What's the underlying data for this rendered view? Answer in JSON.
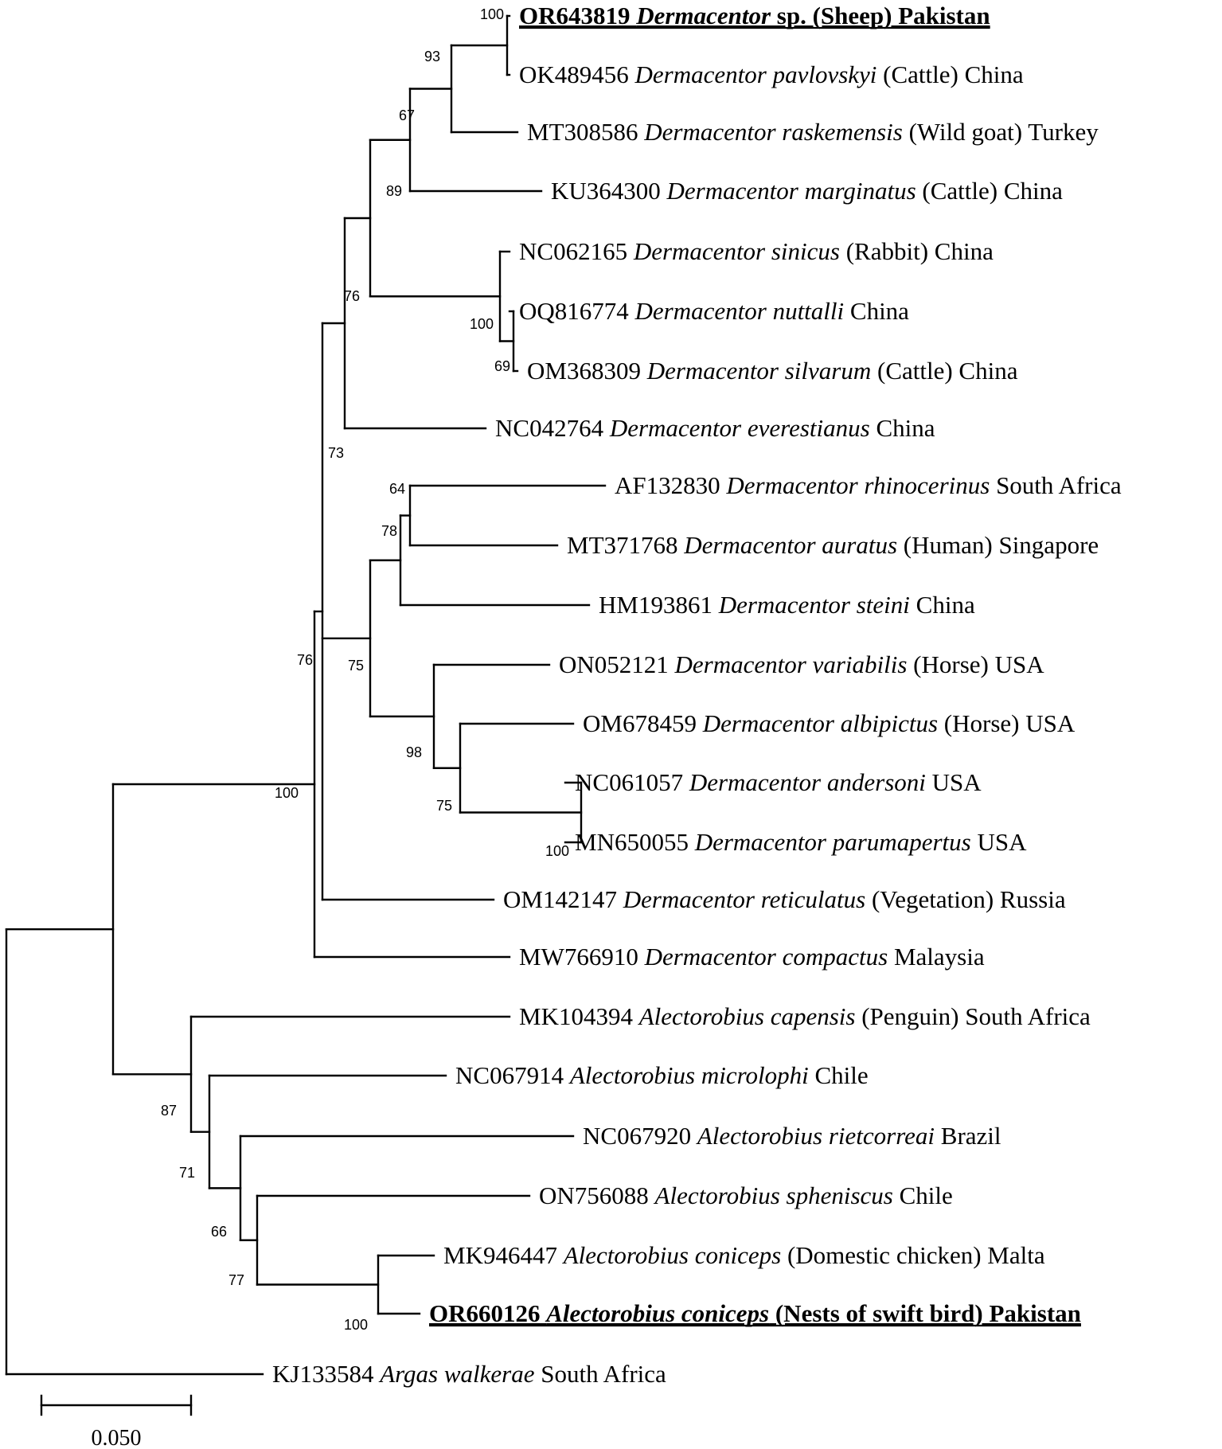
{
  "leaves": [
    {
      "id": "OR643819",
      "acc": "OR643819",
      "sp": "Dermacentor",
      "rest": " sp. (Sheep) Pakistan",
      "hl": true
    },
    {
      "id": "OK489456",
      "acc": "OK489456",
      "sp": "Dermacentor pavlovskyi",
      "rest": " (Cattle) China"
    },
    {
      "id": "MT308586",
      "acc": "MT308586",
      "sp": "Dermacentor raskemensis",
      "rest": " (Wild goat) Turkey"
    },
    {
      "id": "KU364300",
      "acc": "KU364300",
      "sp": "Dermacentor marginatus",
      "rest": " (Cattle) China"
    },
    {
      "id": "NC062165",
      "acc": "NC062165",
      "sp": "Dermacentor sinicus",
      "rest": " (Rabbit) China"
    },
    {
      "id": "OQ816774",
      "acc": "OQ816774",
      "sp": "Dermacentor nuttalli",
      "rest": " China"
    },
    {
      "id": "OM368309",
      "acc": "OM368309",
      "sp": "Dermacentor silvarum",
      "rest": " (Cattle) China"
    },
    {
      "id": "NC042764",
      "acc": "NC042764",
      "sp": "Dermacentor everestianus",
      "rest": " China"
    },
    {
      "id": "AF132830",
      "acc": "AF132830",
      "sp": "Dermacentor rhinocerinus",
      "rest": " South Africa"
    },
    {
      "id": "MT371768",
      "acc": "MT371768",
      "sp": "Dermacentor auratus",
      "rest": " (Human) Singapore"
    },
    {
      "id": "HM193861",
      "acc": "HM193861",
      "sp": "Dermacentor steini",
      "rest": " China"
    },
    {
      "id": "ON052121",
      "acc": "ON052121",
      "sp": "Dermacentor variabilis",
      "rest": " (Horse) USA"
    },
    {
      "id": "OM678459",
      "acc": "OM678459",
      "sp": "Dermacentor albipictus",
      "rest": " (Horse) USA"
    },
    {
      "id": "NC061057",
      "acc": "NC061057",
      "sp": "Dermacentor andersoni",
      "rest": " USA"
    },
    {
      "id": "MN650055",
      "acc": "MN650055",
      "sp": "Dermacentor parumapertus",
      "rest": " USA"
    },
    {
      "id": "OM142147",
      "acc": "OM142147",
      "sp": "Dermacentor reticulatus",
      "rest": " (Vegetation) Russia"
    },
    {
      "id": "MW766910",
      "acc": "MW766910",
      "sp": "Dermacentor compactus",
      "rest": " Malaysia"
    },
    {
      "id": "MK104394",
      "acc": "MK104394",
      "sp": "Alectorobius capensis",
      "rest": " (Penguin) South Africa"
    },
    {
      "id": "NC067914",
      "acc": "NC067914",
      "sp": "Alectorobius microlophi",
      "rest": " Chile"
    },
    {
      "id": "NC067920",
      "acc": "NC067920",
      "sp": "Alectorobius rietcorreai",
      "rest": " Brazil"
    },
    {
      "id": "ON756088",
      "acc": "ON756088",
      "sp": "Alectorobius spheniscus",
      "rest": " Chile"
    },
    {
      "id": "MK946447",
      "acc": "MK946447",
      "sp": "Alectorobius coniceps",
      "rest": " (Domestic chicken) Malta"
    },
    {
      "id": "OR660126",
      "acc": "OR660126",
      "sp": "Alectorobius coniceps",
      "rest": " (Nests of swift bird) Pakistan",
      "hl": true
    },
    {
      "id": "KJ133584",
      "acc": "KJ133584",
      "sp": "Argas walkerae",
      "rest": " South Africa"
    }
  ],
  "tree": [
    "root",
    [
      [
        "n100a",
        "100",
        [
          "n76a",
          "76",
          [
            "n73",
            "73",
            [
              "n76b",
              "76",
              [
                "n89",
                "89",
                [
                  "n67",
                  "67",
                  [
                    "n93",
                    "93",
                    [
                      "n100b",
                      "100",
                      "OR643819",
                      "OK489456"
                    ],
                    "MT308586"
                  ],
                  "KU364300"
                ],
                [
                  "n100c",
                  "100",
                  "NC062165",
                  [
                    "n69",
                    "69",
                    "OQ816774",
                    "OM368309"
                  ]
                ]
              ],
              "NC042764"
            ],
            [
              "n75a",
              "75",
              [
                "n78",
                "78",
                [
                  "n64",
                  "64",
                  "AF132830",
                  "MT371768"
                ],
                "HM193861"
              ],
              [
                "n98",
                "98",
                "ON052121",
                [
                  "n75b",
                  "75",
                  "OM678459",
                  [
                    "n100d",
                    "100",
                    "NC061057",
                    "MN650055"
                  ]
                ]
              ]
            ],
            "OM142147"
          ],
          "MW766910"
        ],
        [
          "n87",
          "87",
          "MK104394",
          [
            "n71",
            "71",
            "NC067914",
            [
              "n66",
              "66",
              "NC067920",
              [
                "n77",
                "77",
                "ON756088",
                [
                  "n100e",
                  "100",
                  "MK946447",
                  "OR660126"
                ]
              ]
            ]
          ]
        ]
      ],
      "KJ133584"
    ]
  ],
  "scale_bar": {
    "label": "0.050"
  }
}
